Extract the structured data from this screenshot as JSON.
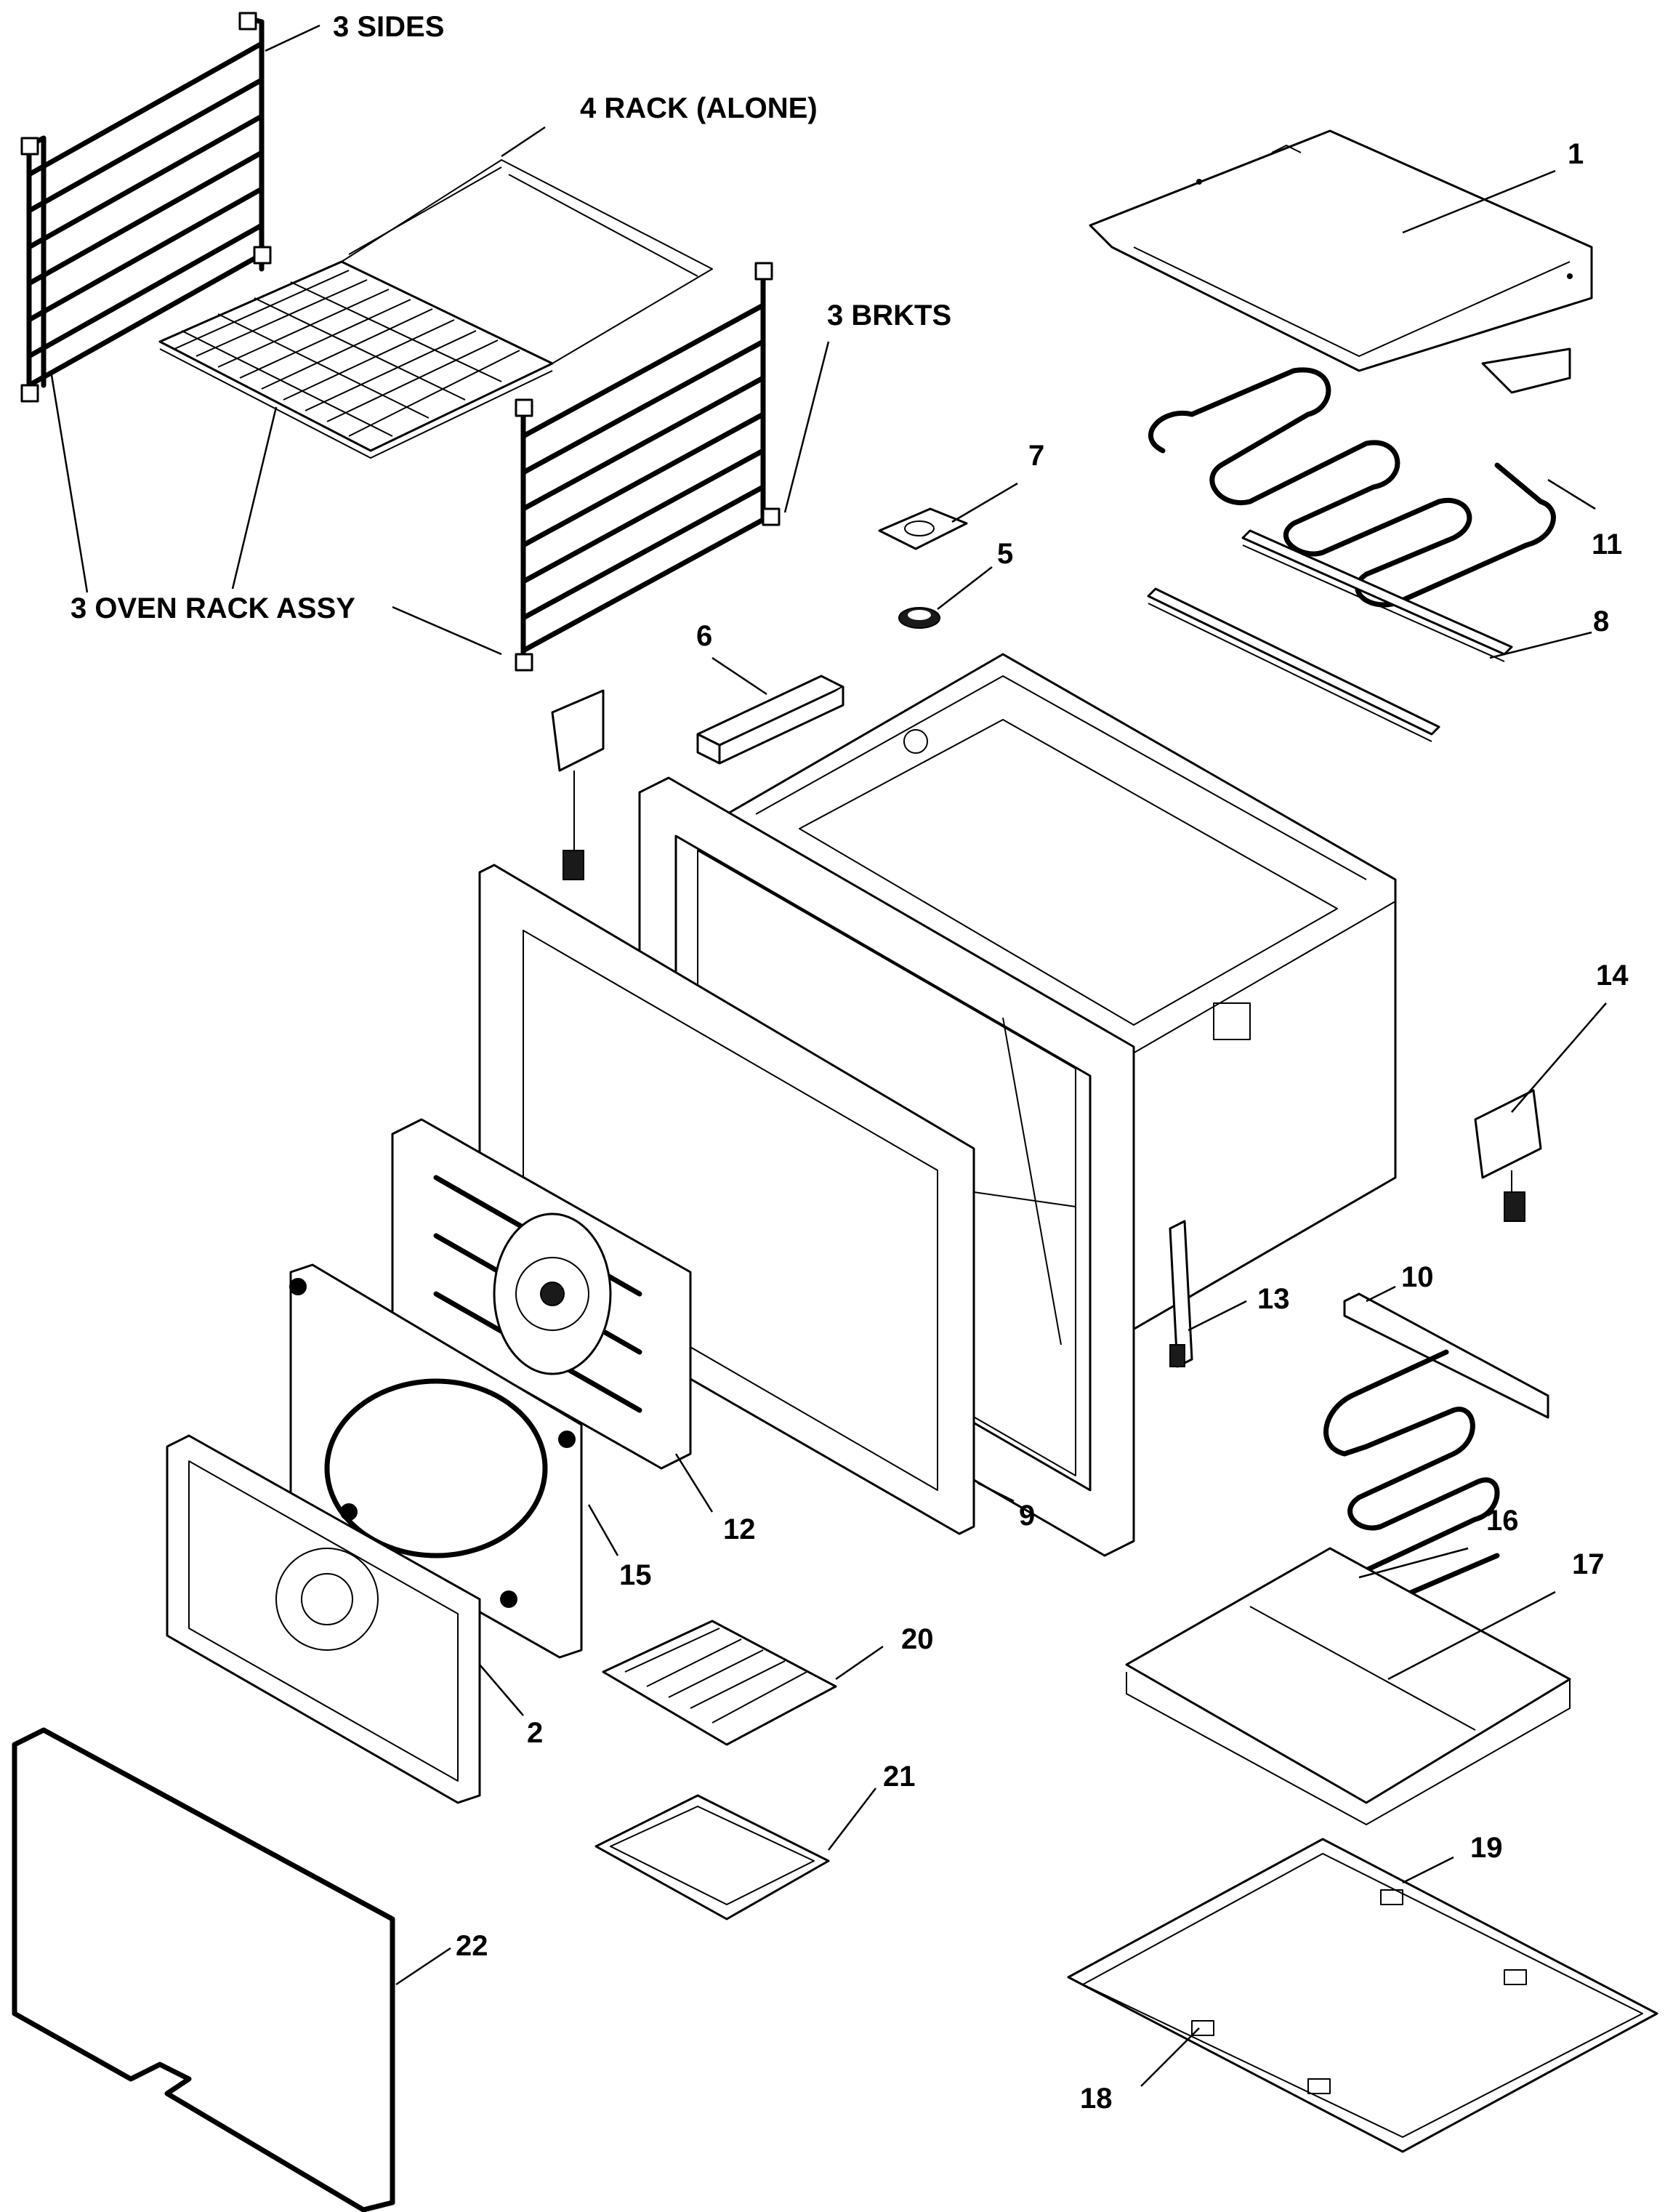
{
  "diagram": {
    "line_color": "#000000",
    "background": "#ffffff",
    "callouts": [
      {
        "id": "label-3-sides",
        "text": "3  SIDES"
      },
      {
        "id": "label-4-rack-alone",
        "text": "4  RACK (ALONE)"
      },
      {
        "id": "label-1",
        "text": "1"
      },
      {
        "id": "label-3-brkts",
        "text": "3  BRKTS"
      },
      {
        "id": "label-7",
        "text": "7"
      },
      {
        "id": "label-11",
        "text": "11"
      },
      {
        "id": "label-5",
        "text": "5"
      },
      {
        "id": "label-3-oven-rack-assy",
        "text": "3  OVEN RACK ASSY"
      },
      {
        "id": "label-8",
        "text": "8"
      },
      {
        "id": "label-6",
        "text": "6"
      },
      {
        "id": "label-14",
        "text": "14"
      },
      {
        "id": "label-13",
        "text": "13"
      },
      {
        "id": "label-10",
        "text": "10"
      },
      {
        "id": "label-12",
        "text": "12"
      },
      {
        "id": "label-9",
        "text": "9"
      },
      {
        "id": "label-15",
        "text": "15"
      },
      {
        "id": "label-16",
        "text": "16"
      },
      {
        "id": "label-17",
        "text": "17"
      },
      {
        "id": "label-20",
        "text": "20"
      },
      {
        "id": "label-2",
        "text": "2"
      },
      {
        "id": "label-21",
        "text": "21"
      },
      {
        "id": "label-19",
        "text": "19"
      },
      {
        "id": "label-22",
        "text": "22"
      },
      {
        "id": "label-18",
        "text": "18"
      }
    ]
  }
}
